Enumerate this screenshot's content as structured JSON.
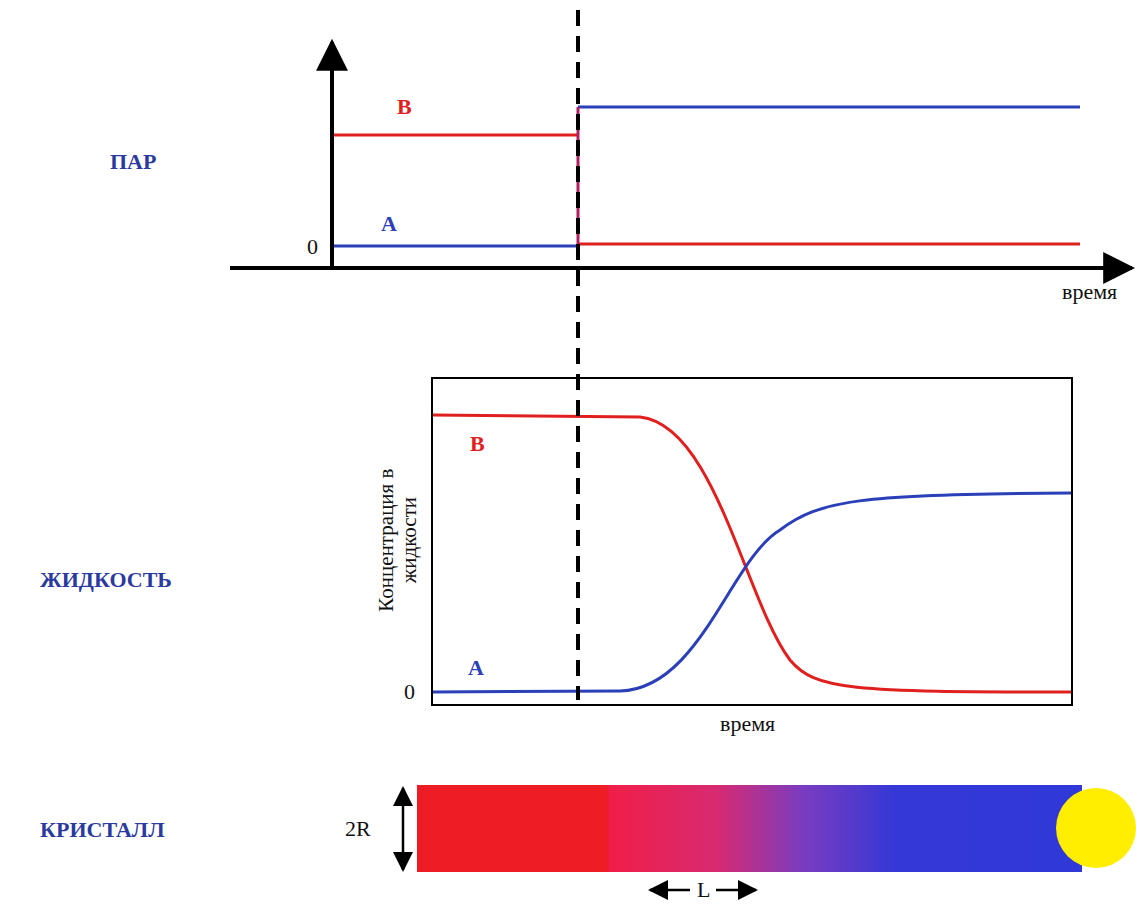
{
  "diagram": {
    "labels": [
      "ПАР",
      "ЖИДКОСТЬ",
      "КРИСТАЛЛ",
      "B",
      "A",
      "0",
      "время",
      "Концентрация в жидкости",
      "B",
      "A",
      "0",
      "время",
      "2R",
      "L"
    ]
  }
}
